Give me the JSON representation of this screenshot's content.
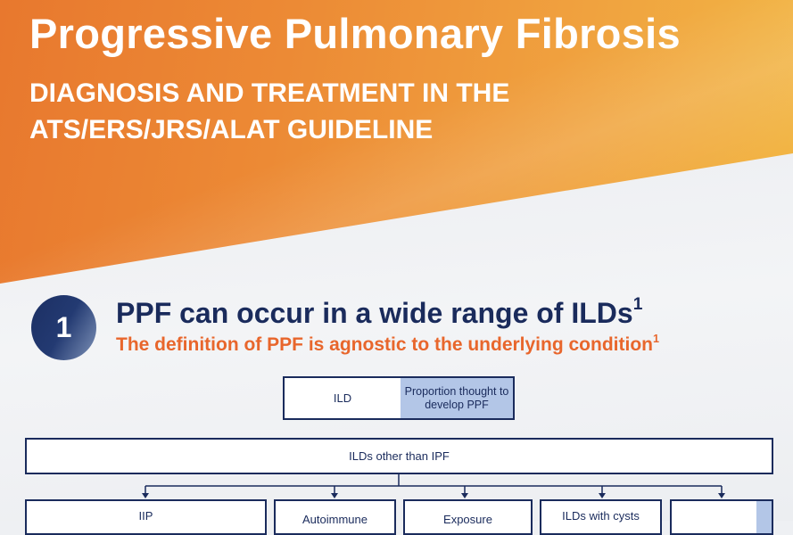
{
  "header": {
    "title": "Progressive Pulmonary Fibrosis",
    "subtitle": "DIAGNOSIS AND TREATMENT IN THE ATS/ERS/JRS/ALAT GUIDELINE"
  },
  "section": {
    "number": "1",
    "heading": "PPF can occur in a wide range of ILDs",
    "heading_ref": "1",
    "subheading": "The definition of PPF is agnostic to the underlying condition",
    "subheading_ref": "1"
  },
  "legend": {
    "ild_label": "ILD",
    "proportion_label": "Proportion thought to develop PPF"
  },
  "diagram": {
    "root_label": "ILDs other than IPF",
    "children": [
      {
        "label": "IIP"
      },
      {
        "label": "Autoimmune"
      },
      {
        "label": "Exposure"
      },
      {
        "label": "ILDs with cysts"
      },
      {
        "label": ""
      }
    ]
  },
  "colors": {
    "navy": "#1a2b5c",
    "orange": "#e8662c",
    "highlight_blue": "#b3c6e7"
  }
}
